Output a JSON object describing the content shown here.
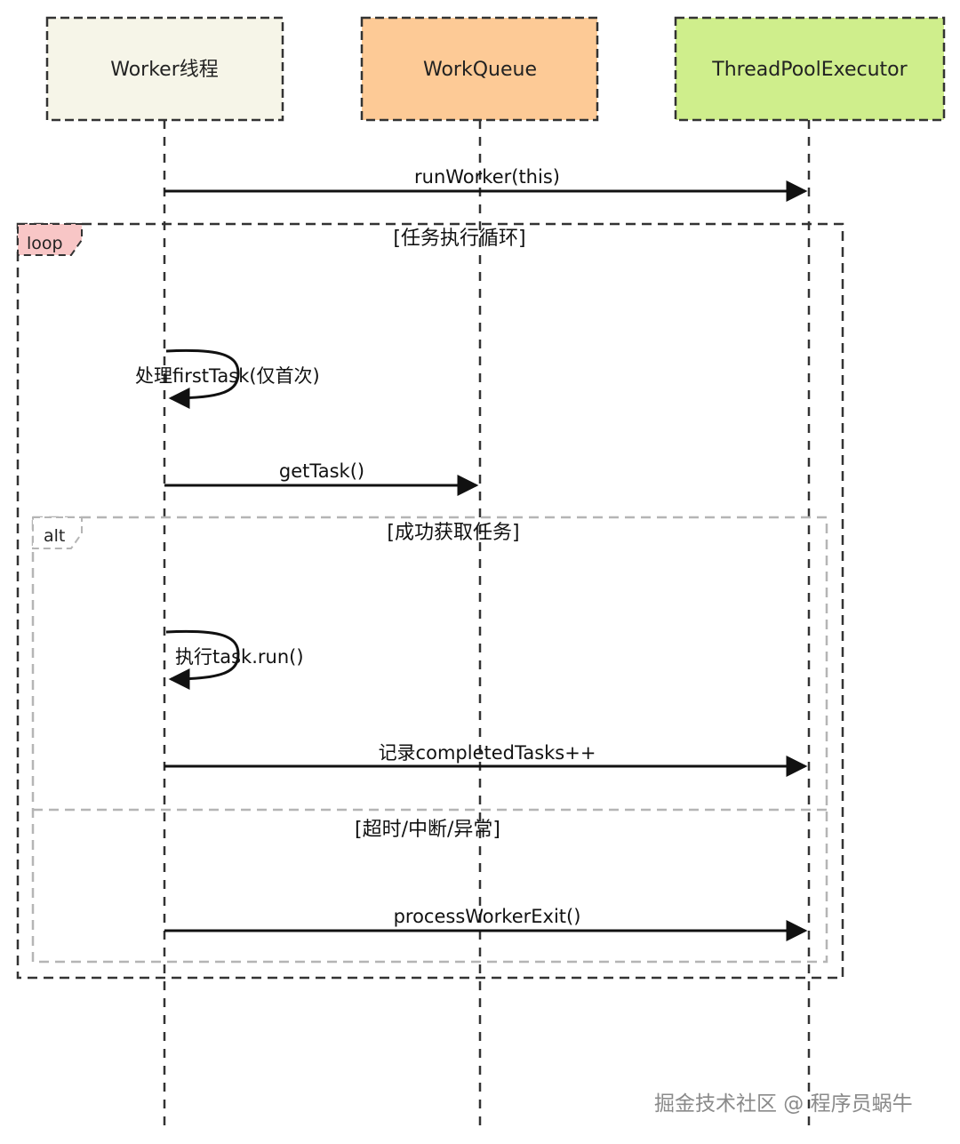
{
  "participants": [
    {
      "name": "Worker线程",
      "color": "#f6f5e8"
    },
    {
      "name": "WorkQueue",
      "color": "#fdca96"
    },
    {
      "name": "ThreadPoolExecutor",
      "color": "#cfee8c"
    }
  ],
  "messages": {
    "run_worker": "runWorker(this)",
    "first_task": "处理firstTask(仅首次)",
    "get_task": "getTask()",
    "task_run": "执行task.run()",
    "completed": "记录completedTasks++",
    "exit": "processWorkerExit()"
  },
  "loop_frame": {
    "tag": "loop",
    "guard": "[任务执行循环]",
    "tag_color": "#f8c6c6"
  },
  "alt_frame": {
    "tag": "alt",
    "guard_success": "[成功获取任务]",
    "guard_failure": "[超时/中断/异常]"
  },
  "watermark": "掘金技术社区 @ 程序员蜗牛"
}
